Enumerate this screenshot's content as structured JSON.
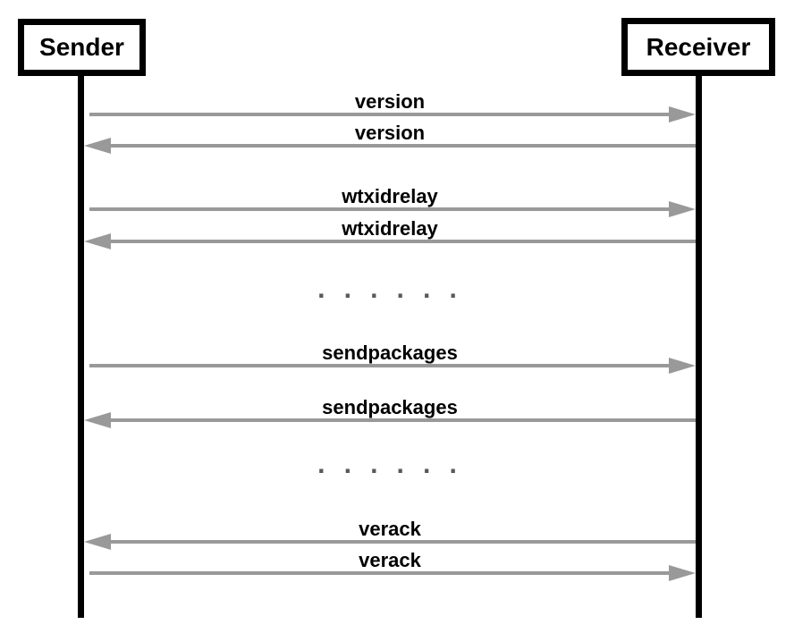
{
  "diagram_type": "sequence-diagram",
  "participants": [
    {
      "label": "Sender"
    },
    {
      "label": "Receiver"
    }
  ],
  "messages": [
    {
      "label": "version",
      "from": "Sender",
      "to": "Receiver",
      "direction": "right"
    },
    {
      "label": "version",
      "from": "Receiver",
      "to": "Sender",
      "direction": "left"
    },
    {
      "label": "wtxidrelay",
      "from": "Sender",
      "to": "Receiver",
      "direction": "right"
    },
    {
      "label": "wtxidrelay",
      "from": "Receiver",
      "to": "Sender",
      "direction": "left"
    },
    {
      "label": ". . . . . .",
      "direction": "ellipsis"
    },
    {
      "label": "sendpackages",
      "from": "Sender",
      "to": "Receiver",
      "direction": "right"
    },
    {
      "label": "sendpackages",
      "from": "Receiver",
      "to": "Sender",
      "direction": "left"
    },
    {
      "label": ". . . . . .",
      "direction": "ellipsis"
    },
    {
      "label": "verack",
      "from": "Receiver",
      "to": "Sender",
      "direction": "left"
    },
    {
      "label": "verack",
      "from": "Sender",
      "to": "Receiver",
      "direction": "right"
    }
  ],
  "colors": {
    "arrow": "#999999",
    "lifeline": "#000000",
    "label": "#000000",
    "dots": "#595959",
    "background": "#ffffff"
  }
}
